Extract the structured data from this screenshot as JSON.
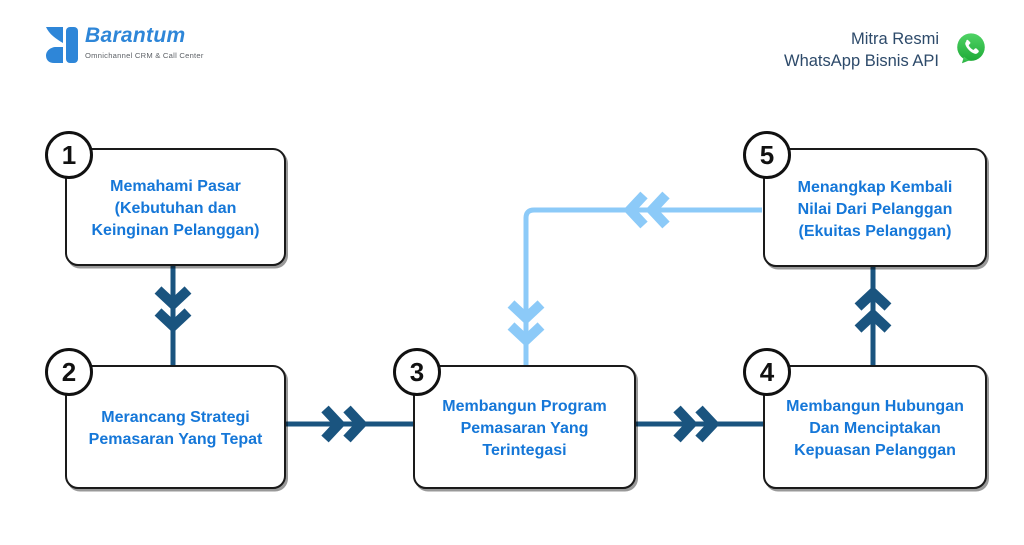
{
  "header": {
    "logo": {
      "brand": "Barantum",
      "tagline": "Omnichannel CRM & Call Center",
      "brand_color": "#2E86D8",
      "tagline_color": "#5f6368",
      "mark_icon": "barantum-b-logo-icon"
    },
    "partner": {
      "line1": "Mitra Resmi",
      "line2": "WhatsApp Bisnis API",
      "text_color": "#2D4A6A",
      "icon": "whatsapp-icon",
      "icon_color": "#2BBA3F"
    }
  },
  "diagram": {
    "nodes": [
      {
        "number": "1",
        "lines": [
          "Memahami Pasar",
          "(Kebutuhan dan",
          "Keinginan Pelanggan)"
        ]
      },
      {
        "number": "2",
        "lines": [
          "Merancang Strategi",
          "Pemasaran Yang Tepat"
        ]
      },
      {
        "number": "3",
        "lines": [
          "Membangun Program",
          "Pemasaran Yang",
          "Terintegasi"
        ]
      },
      {
        "number": "4",
        "lines": [
          "Membangun Hubungan",
          "Dan Menciptakan",
          "Kepuasan Pelanggan"
        ]
      },
      {
        "number": "5",
        "lines": [
          "Menangkap Kembali",
          "Nilai Dari Pelanggan",
          "(Ekuitas Pelanggan)"
        ]
      }
    ],
    "connections": [
      {
        "from": "1",
        "to": "2",
        "style": "forward"
      },
      {
        "from": "2",
        "to": "3",
        "style": "forward"
      },
      {
        "from": "3",
        "to": "4",
        "style": "forward"
      },
      {
        "from": "4",
        "to": "5",
        "style": "forward"
      },
      {
        "from": "5",
        "to": "3",
        "style": "feedback"
      }
    ],
    "colors": {
      "forward_arrow": "#1A547F",
      "feedback_arrow": "#8CCAF8",
      "node_text": "#1577D8",
      "node_border": "#1A1A1A"
    }
  }
}
